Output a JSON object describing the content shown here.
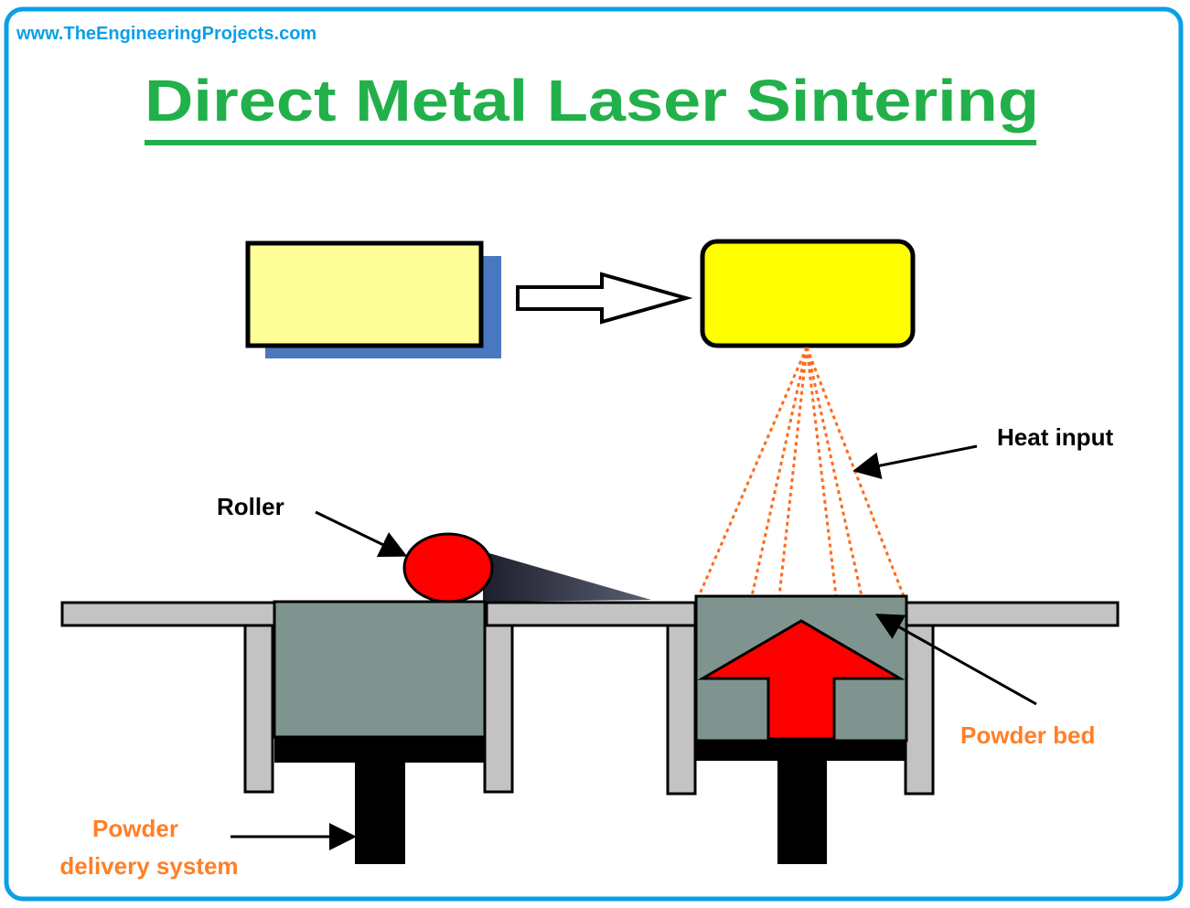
{
  "watermark": "www.TheEngineeringProjects.com",
  "title": "Direct Metal Laser Sintering",
  "labels": {
    "roller": "Roller",
    "heat_input": "Heat input",
    "powder_bed": "Powder bed",
    "powder_delivery_line1": "Powder",
    "powder_delivery_line2": "delivery system"
  },
  "colors": {
    "frame": "#0aa0e6",
    "title": "#22b04a",
    "label_orange": "#ff7f27",
    "laser": "#ff6a1a",
    "powder": "#7f948f",
    "platform": "#c3c3c3",
    "roller": "#ff0000",
    "source_box": "#ffff99",
    "source_shadow": "#4a78c0",
    "scanner_box": "#ffff00"
  }
}
